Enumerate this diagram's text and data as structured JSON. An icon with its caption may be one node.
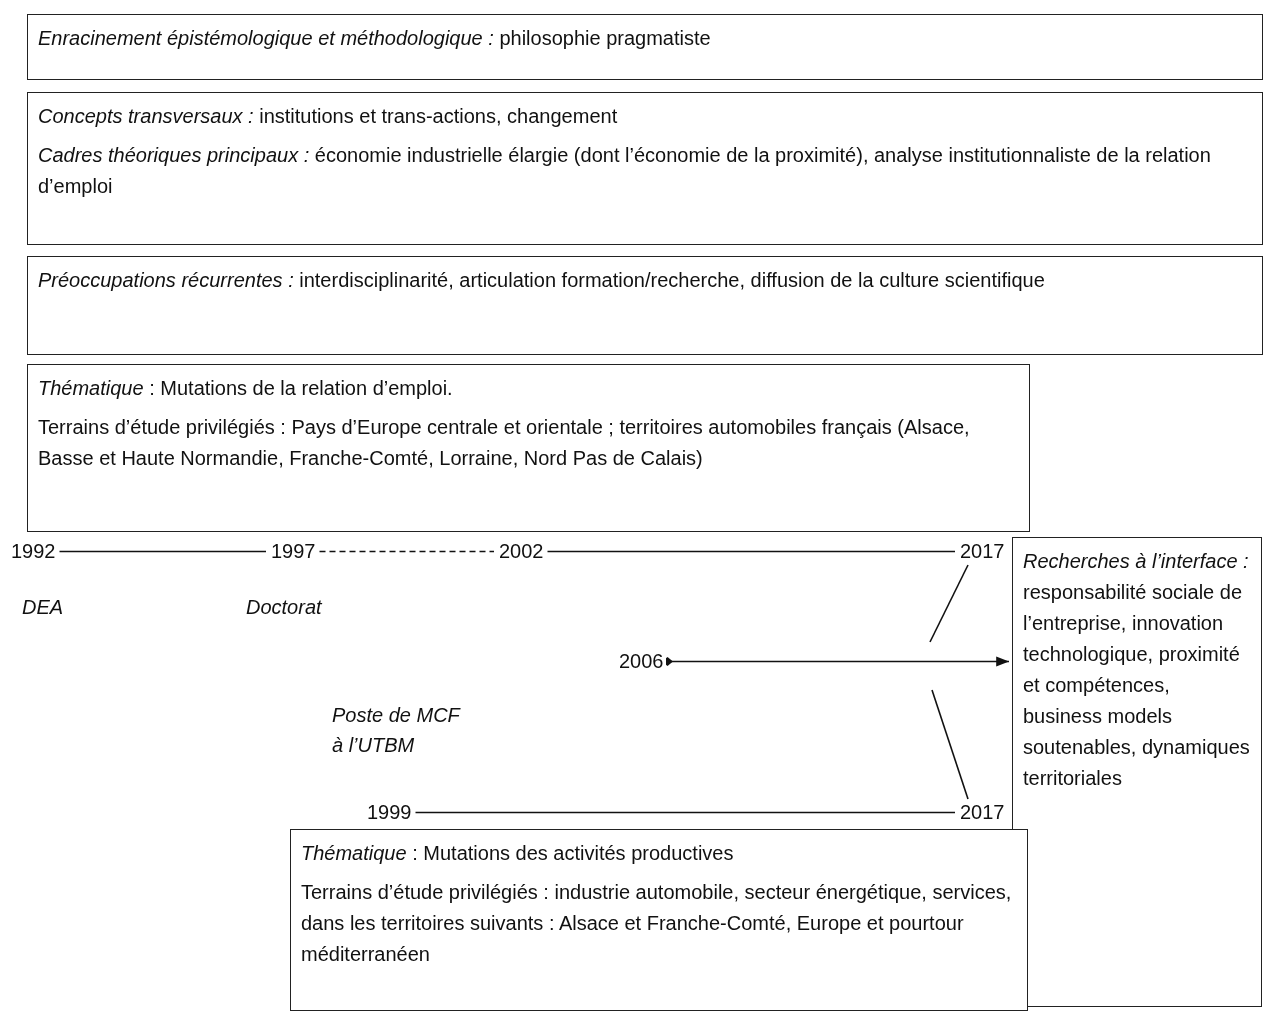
{
  "diagram": {
    "nodes": [
      {
        "text": [
          "*Enracinement épistémologique et méthodologique :* philosophie pragmatiste"
        ]
      },
      {
        "text": [
          "*Concepts transversaux :* institutions et trans-actions, changement",
          "*Cadres théoriques principaux :* économie industrielle élargie (dont l’économie de la proximité), analyse institutionnaliste de la relation d’emploi"
        ]
      },
      {
        "text": [
          "*Préoccupations récurrentes :* interdisciplinarité, articulation formation/recherche, diffusion de la culture scientifique"
        ]
      },
      {
        "text": [
          "*Thématique* : Mutations de la relation d’emploi.",
          "Terrains d’étude privilégiés : Pays d’Europe centrale et orientale ; territoires automobiles français (Alsace, Basse et Haute Normandie, Franche-Comté, Lorraine, Nord Pas de Calais)"
        ]
      },
      {
        "text": [
          "1992"
        ],
        "beside": [
          "DEA"
        ]
      },
      {
        "text": [
          "1997"
        ],
        "beside": [
          "Doctorat"
        ]
      },
      {
        "text": [
          "2002"
        ]
      },
      {
        "text": [
          "2017"
        ]
      },
      {
        "text": [
          "2006"
        ]
      },
      {
        "text": [
          "1999"
        ],
        "beside": [
          "Poste de MCF à l’UTBM"
        ]
      },
      {
        "text": [
          "2017"
        ]
      },
      {
        "text": [
          "*Recherches à l’interface :* responsabilité sociale de l’entreprise, innovation technologique, proximité et compétences, business models soutenables, dynamiques territoriales"
        ]
      },
      {
        "text": [
          "*Thématique* : Mutations des activités productives",
          "Terrains d’étude privilégiés : industrie automobile, secteur énergétique, services, dans les territoires suivants : Alsace et Franche-Comté, Europe et pourtour méditerranéen"
        ]
      }
    ],
    "edges": [
      {
        "from": 4,
        "to": 5,
        "arrow": "none"
      },
      {
        "from": 5,
        "to": 6,
        "arrow": "none",
        "style": "dashed"
      },
      {
        "from": 6,
        "to": 7,
        "arrow": "none"
      },
      {
        "from": 7,
        "to": null,
        "arrow": "none"
      },
      {
        "from": 8,
        "to": 11,
        "arrow": "to"
      },
      {
        "from": 10,
        "to": null,
        "arrow": "none"
      },
      {
        "from": 9,
        "to": 10,
        "arrow": "none"
      }
    ]
  }
}
